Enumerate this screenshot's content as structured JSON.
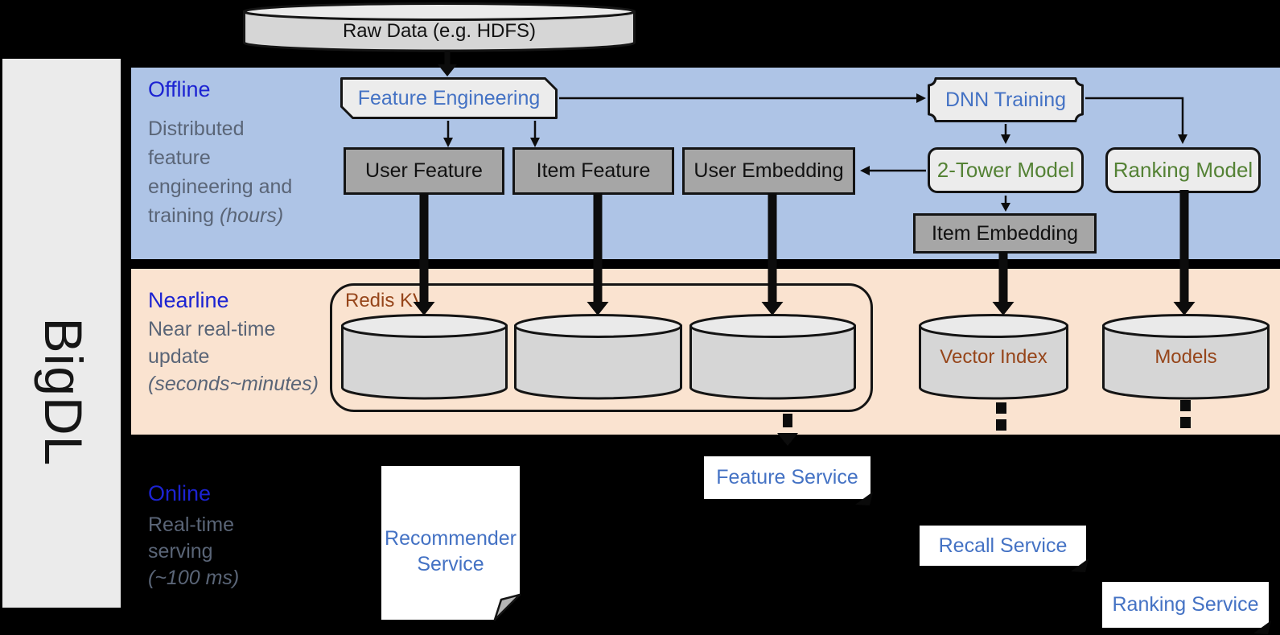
{
  "sidebar": {
    "label": "BigDL"
  },
  "datastore": {
    "raw_data": "Raw Data (e.g. HDFS)"
  },
  "bands": {
    "offline": {
      "title": "Offline",
      "description": [
        [
          {
            "text": "Distributed"
          }
        ],
        [
          {
            "text": "feature"
          }
        ],
        [
          {
            "text": "engineering and"
          }
        ],
        [
          {
            "text": "training "
          },
          {
            "text": "(hours)",
            "italic": true
          }
        ]
      ]
    },
    "nearline": {
      "title": "Nearline",
      "description": [
        [
          {
            "text": "Near real-time"
          }
        ],
        [
          {
            "text": "update"
          }
        ],
        [
          {
            "text": "(seconds~minutes)",
            "italic": true
          }
        ]
      ]
    },
    "online": {
      "title": "Online",
      "description": [
        [
          {
            "text": "Real-time"
          }
        ],
        [
          {
            "text": "serving"
          }
        ],
        [
          {
            "text": "(~100 ms)",
            "italic": true
          }
        ]
      ]
    }
  },
  "nodes": {
    "feature_engineering": "Feature Engineering",
    "dnn_training": "DNN Training",
    "user_feature": "User Feature",
    "item_feature": "Item Feature",
    "user_embedding": "User Embedding",
    "two_tower_model": "2-Tower Model",
    "ranking_model": "Ranking Model",
    "item_embedding": "Item Embedding",
    "redis_kv": "Redis KV",
    "vector_index": "Vector Index",
    "models": "Models",
    "recommender_service": "Recommender Service",
    "feature_service": "Feature Service",
    "recall_service": "Recall Service",
    "ranking_service": "Ranking Service"
  },
  "colors": {
    "background": "#000000",
    "sidebar_bg": "#ebebeb",
    "offline_band": "#aec4e6",
    "nearline_band": "#fae3d0",
    "band_title": "#1c23d2",
    "band_description": "#5a6577",
    "process_text_blue": "#4472c4",
    "model_text_green": "#548235",
    "storage_text_brown": "#96451a",
    "gray_box_fill": "#a6a6a6",
    "light_box_fill": "#ececec",
    "cylinder_fill": "#d6d6d6",
    "service_box_fill": "#ffffff"
  }
}
